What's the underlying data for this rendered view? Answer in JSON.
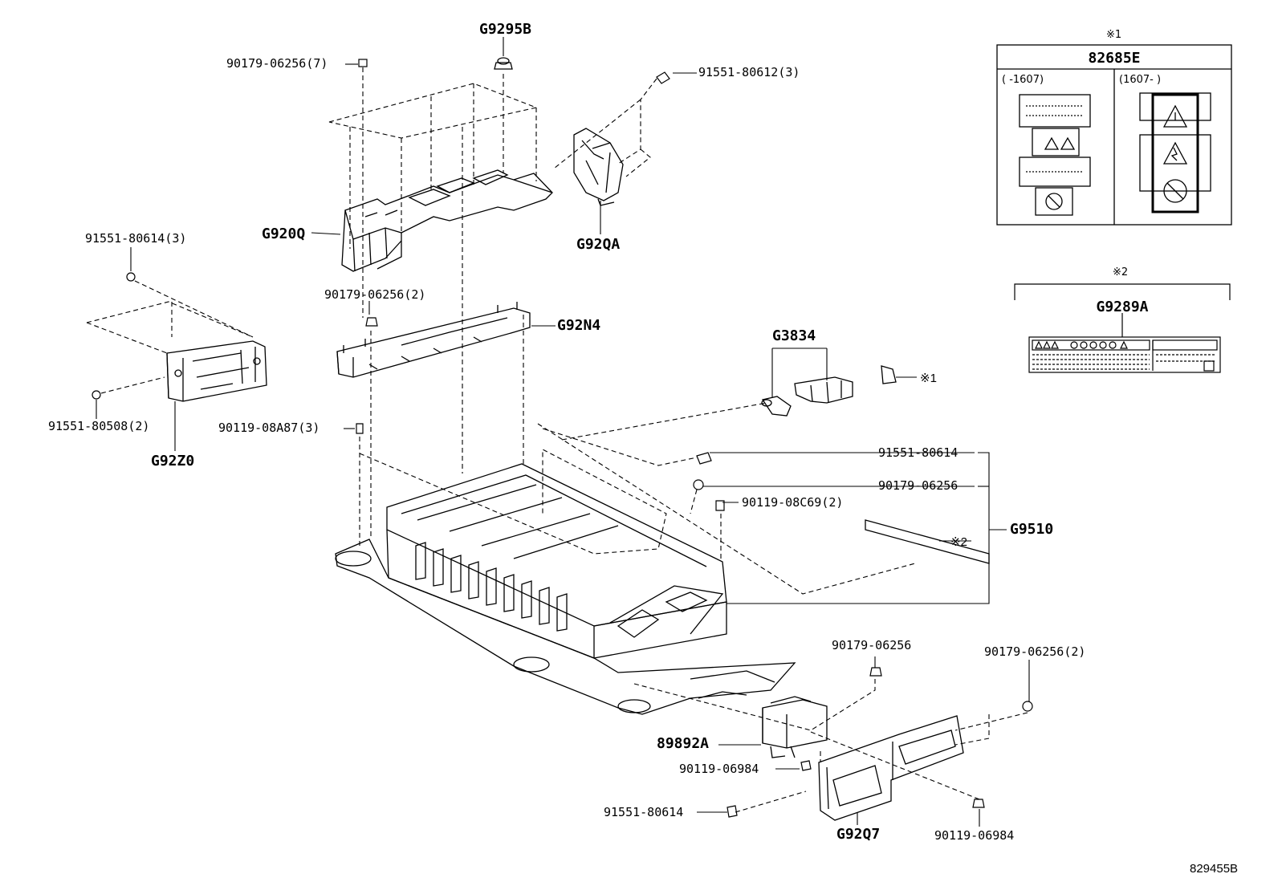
{
  "diagram": {
    "reference_code": "829455B",
    "labels": {
      "g9295b": "G9295B",
      "p90179_06256_7": "90179-06256(7)",
      "p91551_80612_3": "91551-80612(3)",
      "g920q": "G920Q",
      "g92qa": "G92QA",
      "p91551_80614_3": "91551-80614(3)",
      "p90179_06256_2_top": "90179-06256(2)",
      "g92n4": "G92N4",
      "g3834": "G3834",
      "p91551_80508_2": "91551-80508(2)",
      "g92z0": "G92Z0",
      "p90119_08a87_3": "90119-08A87(3)",
      "p91551_80614": "91551-80614",
      "p90179_06256": "90179-06256",
      "p90119_08c69_2": "90119-08C69(2)",
      "g9510": "G9510",
      "p90179_06256_lower": "90179-06256",
      "p90179_06256_2_lower": "90179-06256(2)",
      "p89892a": "89892A",
      "p90119_06984_a": "90119-06984",
      "p91551_80614_lower": "91551-80614",
      "g92q7": "G92Q7",
      "p90119_06984_b": "90119-06984",
      "note_ref1": "※1",
      "note_ref2": "※2"
    },
    "inset1": {
      "note": "※1",
      "part": "82685E",
      "left_range": "(    -1607)",
      "right_range": "(1607-    )"
    },
    "inset2": {
      "note": "※2",
      "part": "G9289A"
    }
  }
}
